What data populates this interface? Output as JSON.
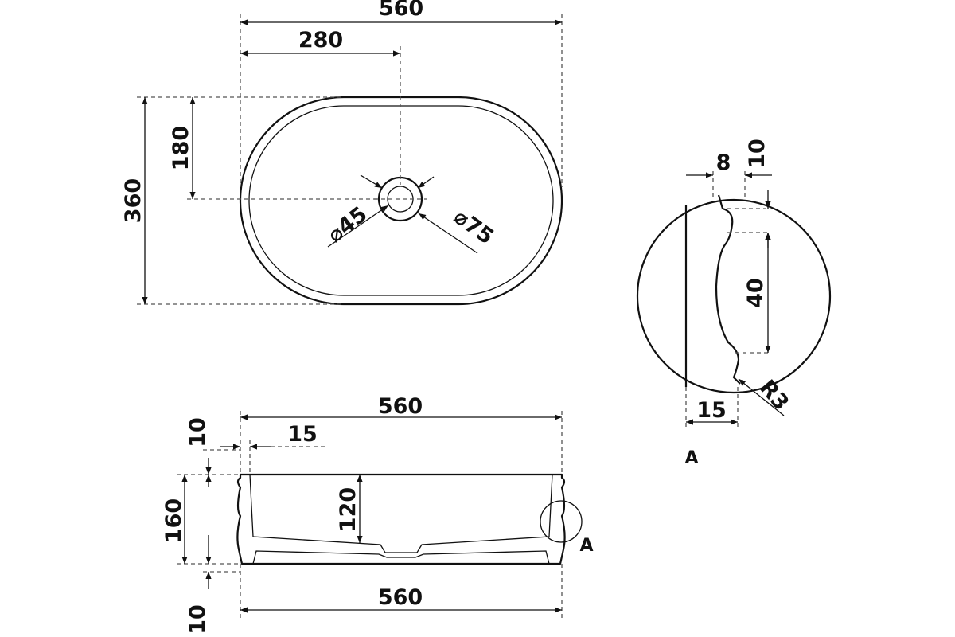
{
  "top_view": {
    "overall_width": "560",
    "half_width": "280",
    "overall_depth": "360",
    "half_depth": "180",
    "drain_inner": "⌀45",
    "drain_outer": "⌀75"
  },
  "side_view": {
    "overall_width_top": "560",
    "overall_width_bottom": "560",
    "wall_offset": "15",
    "rim_height": "10",
    "overall_height": "160",
    "bowl_depth": "120",
    "base_height": "10",
    "callout": "A"
  },
  "detail_view": {
    "label": "A",
    "dim_8": "8",
    "dim_10": "10",
    "dim_40": "40",
    "dim_15": "15",
    "radius": "R3"
  },
  "colors": {
    "line": "#111111",
    "extension": "#555555",
    "background": "#ffffff"
  }
}
